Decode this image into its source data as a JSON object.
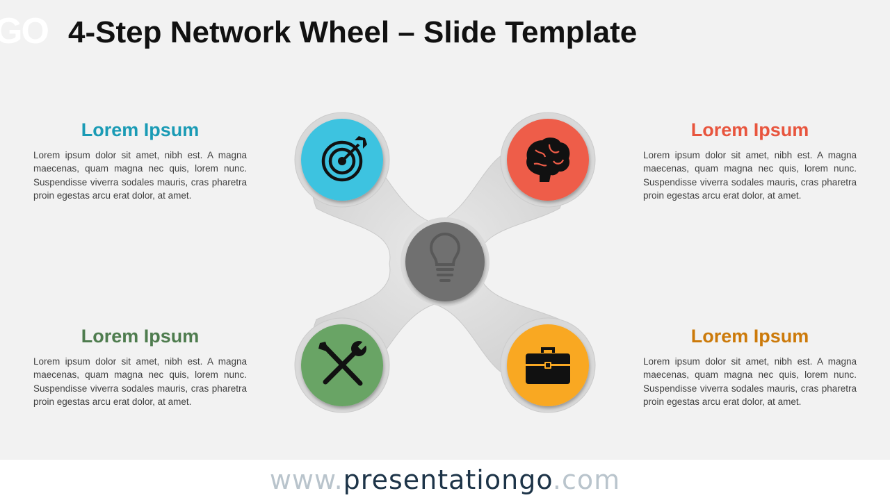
{
  "slide": {
    "logo_fragment": "GO",
    "title": "4-Step Network Wheel – Slide Template"
  },
  "steps": [
    {
      "title": "Lorem Ipsum",
      "body": "Lorem ipsum dolor sit amet, nibh est. A magna maecenas, quam magna nec quis, lorem nunc. Suspendisse viverra sodales mauris, cras pharetra proin egestas arcu erat dolor, at amet.",
      "color": "#1a9bb5",
      "circle_color": "#3ec3e0",
      "icon": "target-icon"
    },
    {
      "title": "Lorem Ipsum",
      "body": "Lorem ipsum dolor sit amet, nibh est. A magna maecenas, quam magna nec quis, lorem nunc. Suspendisse viverra sodales mauris, cras pharetra proin egestas arcu erat dolor, at amet.",
      "color": "#e8553e",
      "circle_color": "#ee5d48",
      "icon": "brain-icon"
    },
    {
      "title": "Lorem Ipsum",
      "body": "Lorem ipsum dolor sit amet, nibh est. A magna maecenas, quam magna nec quis, lorem nunc. Suspendisse viverra sodales mauris, cras pharetra proin egestas arcu erat dolor, at amet.",
      "color": "#4e7c4e",
      "circle_color": "#69a465",
      "icon": "tools-icon"
    },
    {
      "title": "Lorem Ipsum",
      "body": "Lorem ipsum dolor sit amet, nibh est. A magna maecenas, quam magna nec quis, lorem nunc. Suspendisse viverra sodales mauris, cras pharetra proin egestas arcu erat dolor, at amet.",
      "color": "#cc7a0a",
      "circle_color": "#f9a823",
      "icon": "briefcase-icon"
    }
  ],
  "center": {
    "icon": "lightbulb-icon",
    "color": "#6f6f6f"
  },
  "footer": {
    "url_prefix": "www.",
    "url_domain": "presentationgo",
    "url_suffix": ".com"
  }
}
